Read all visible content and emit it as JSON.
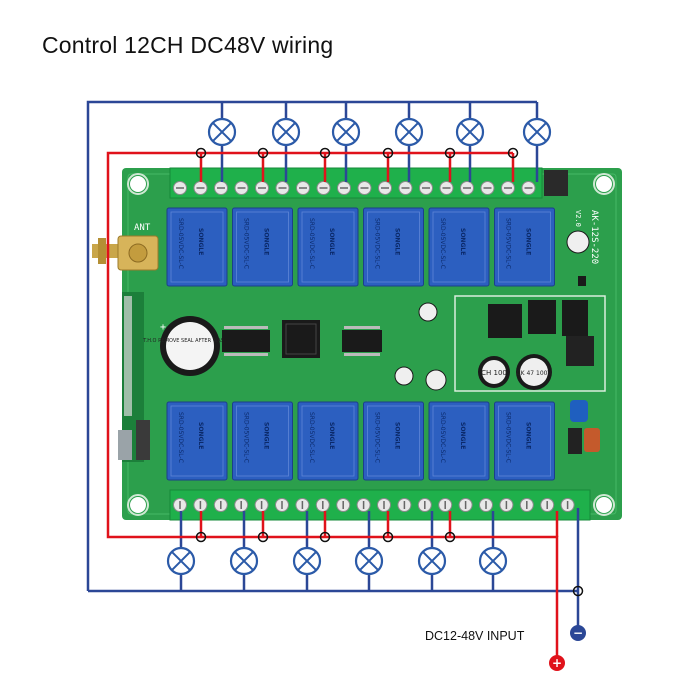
{
  "title": "Control 12CH DC48V wiring",
  "input_label": "DC12-48V INPUT",
  "board": {
    "model_text": "AK-12S-220",
    "version_text": "V2.0",
    "antenna_label": "ANT",
    "buzzer_text": "T.H.O REMOVE SEAL AFTER WASHING",
    "relay_label": "SRD-05VDC-SL-C",
    "relay_brand": "SONGLE",
    "cap_left": "CH 100",
    "cap_right": "CK 47 100V"
  },
  "terminals": {
    "positive_symbol": "+",
    "negative_symbol": "−"
  },
  "colors": {
    "positive_wire": "#e0121b",
    "negative_wire": "#2b4796",
    "lamp": "#2b5aa8",
    "board": "#2a9a4a",
    "relay": "#2c5fc0",
    "terminal": "#22b24c"
  },
  "lamps": {
    "top_count": 6,
    "bottom_count": 6,
    "icon": "lamp-icon"
  }
}
